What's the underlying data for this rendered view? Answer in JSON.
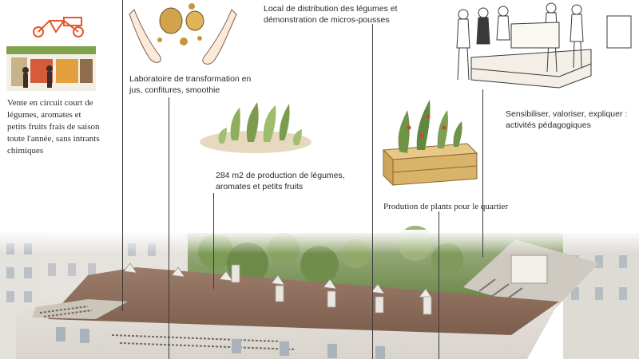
{
  "annotations": {
    "circuit_court": "Vente en circuit court de légumes, aromates et petits fruits frais de saison toute l'année, sans intrants chimiques",
    "laboratoire": "Laboratoire de transformation en jus, confitures, smoothie",
    "distribution": "Local de distribution des légumes et démonstration de micros-pousses",
    "production": "284 m2 de production de légumes, aromates et petits fruits",
    "plants": "Prodution de plants pour le quartier",
    "sensibiliser": "Sensibiliser, valoriser, expliquer : activités pédagogiques"
  },
  "colors": {
    "accent_bike": "#e8562a",
    "roof": "#8a6a58",
    "greenery": "#6f8f4a",
    "crate": "#d8b26a"
  }
}
